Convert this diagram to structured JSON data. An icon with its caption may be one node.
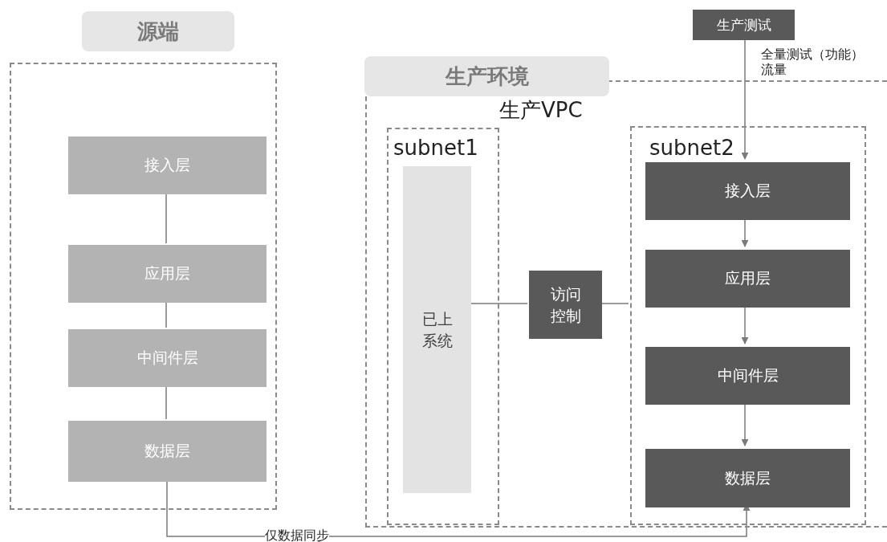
{
  "diagram": {
    "nodes": [
      {
        "text": [
          "源端"
        ]
      },
      {
        "text": [
          "接入层"
        ],
        "in": 0
      },
      {
        "text": [
          "应用层"
        ],
        "in": 0
      },
      {
        "text": [
          "中间件层"
        ],
        "in": 0
      },
      {
        "text": [
          "数据层"
        ],
        "in": 0
      },
      {
        "text": [
          "生产环境",
          "生产VPC"
        ]
      },
      {
        "text": [
          "subnet1"
        ],
        "in": 5
      },
      {
        "text": [
          "已上系统"
        ],
        "in": 6
      },
      {
        "text": [
          "访问控制"
        ],
        "in": 5
      },
      {
        "text": [
          "subnet2"
        ],
        "in": 5
      },
      {
        "text": [
          "接入层"
        ],
        "in": 9
      },
      {
        "text": [
          "应用层"
        ],
        "in": 9
      },
      {
        "text": [
          "中间件层"
        ],
        "in": 9
      },
      {
        "text": [
          "数据层"
        ],
        "in": 9
      },
      {
        "text": [
          "生产测试"
        ]
      }
    ],
    "edges": [
      {
        "from": 1,
        "to": 2,
        "arrow": "none"
      },
      {
        "from": 2,
        "to": 3,
        "arrow": "none"
      },
      {
        "from": 3,
        "to": 4,
        "arrow": "none"
      },
      {
        "from": 14,
        "to": 10,
        "arrow": "to",
        "label": "全量测试（功能）流量"
      },
      {
        "from": 10,
        "to": 11,
        "arrow": "to"
      },
      {
        "from": 11,
        "to": 12,
        "arrow": "to"
      },
      {
        "from": 12,
        "to": 13,
        "arrow": "to"
      },
      {
        "from": 7,
        "to": 8,
        "arrow": "none"
      },
      {
        "from": 8,
        "to": 9,
        "arrow": "none"
      },
      {
        "from": 4,
        "to": 13,
        "arrow": "to",
        "label": "仅数据同步"
      }
    ]
  }
}
